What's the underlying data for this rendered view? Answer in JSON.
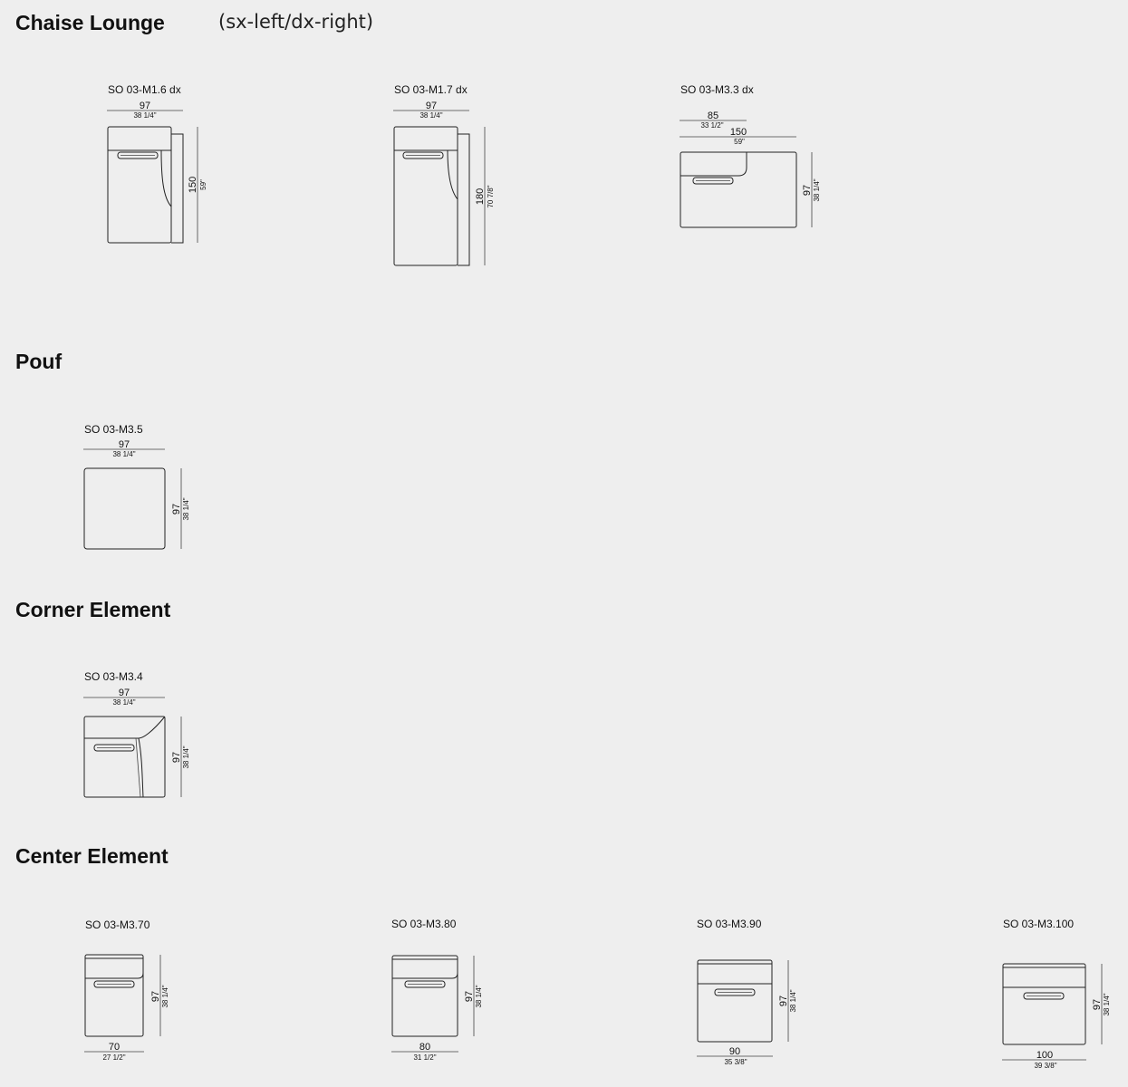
{
  "sections": {
    "chaise": {
      "title": "Chaise Lounge",
      "subtitle": "(sx-left/dx-right)"
    },
    "pouf": {
      "title": "Pouf"
    },
    "corner": {
      "title": "Corner Element"
    },
    "center": {
      "title": "Center Element"
    }
  },
  "modules": {
    "m16": {
      "code": "SO 03-M1.6 dx",
      "width_cm": "97",
      "width_in": "38 1/4\"",
      "depth_cm": "150",
      "depth_in": "59\""
    },
    "m17": {
      "code": "SO 03-M1.7 dx",
      "width_cm": "97",
      "width_in": "38 1/4\"",
      "depth_cm": "180",
      "depth_in": "70 7/8\""
    },
    "m33": {
      "code": "SO 03-M3.3 dx",
      "seat_cm": "85",
      "seat_in": "33 1/2\"",
      "width_cm": "150",
      "width_in": "59\"",
      "depth_cm": "97",
      "depth_in": "38 1/4\""
    },
    "m35": {
      "code": "SO 03-M3.5",
      "width_cm": "97",
      "width_in": "38 1/4\"",
      "depth_cm": "97",
      "depth_in": "38 1/4\""
    },
    "m34": {
      "code": "SO 03-M3.4",
      "width_cm": "97",
      "width_in": "38 1/4\"",
      "depth_cm": "97",
      "depth_in": "38 1/4\""
    },
    "m370": {
      "code": "SO 03-M3.70",
      "width_cm": "70",
      "width_in": "27 1/2\"",
      "depth_cm": "97",
      "depth_in": "38 1/4\""
    },
    "m380": {
      "code": "SO 03-M3.80",
      "width_cm": "80",
      "width_in": "31 1/2\"",
      "depth_cm": "97",
      "depth_in": "38 1/4\""
    },
    "m390": {
      "code": "SO 03-M3.90",
      "width_cm": "90",
      "width_in": "35 3/8\"",
      "depth_cm": "97",
      "depth_in": "38 1/4\""
    },
    "m3100": {
      "code": "SO 03-M3.100",
      "width_cm": "100",
      "width_in": "39 3/8\"",
      "depth_cm": "97",
      "depth_in": "38 1/4\""
    }
  }
}
